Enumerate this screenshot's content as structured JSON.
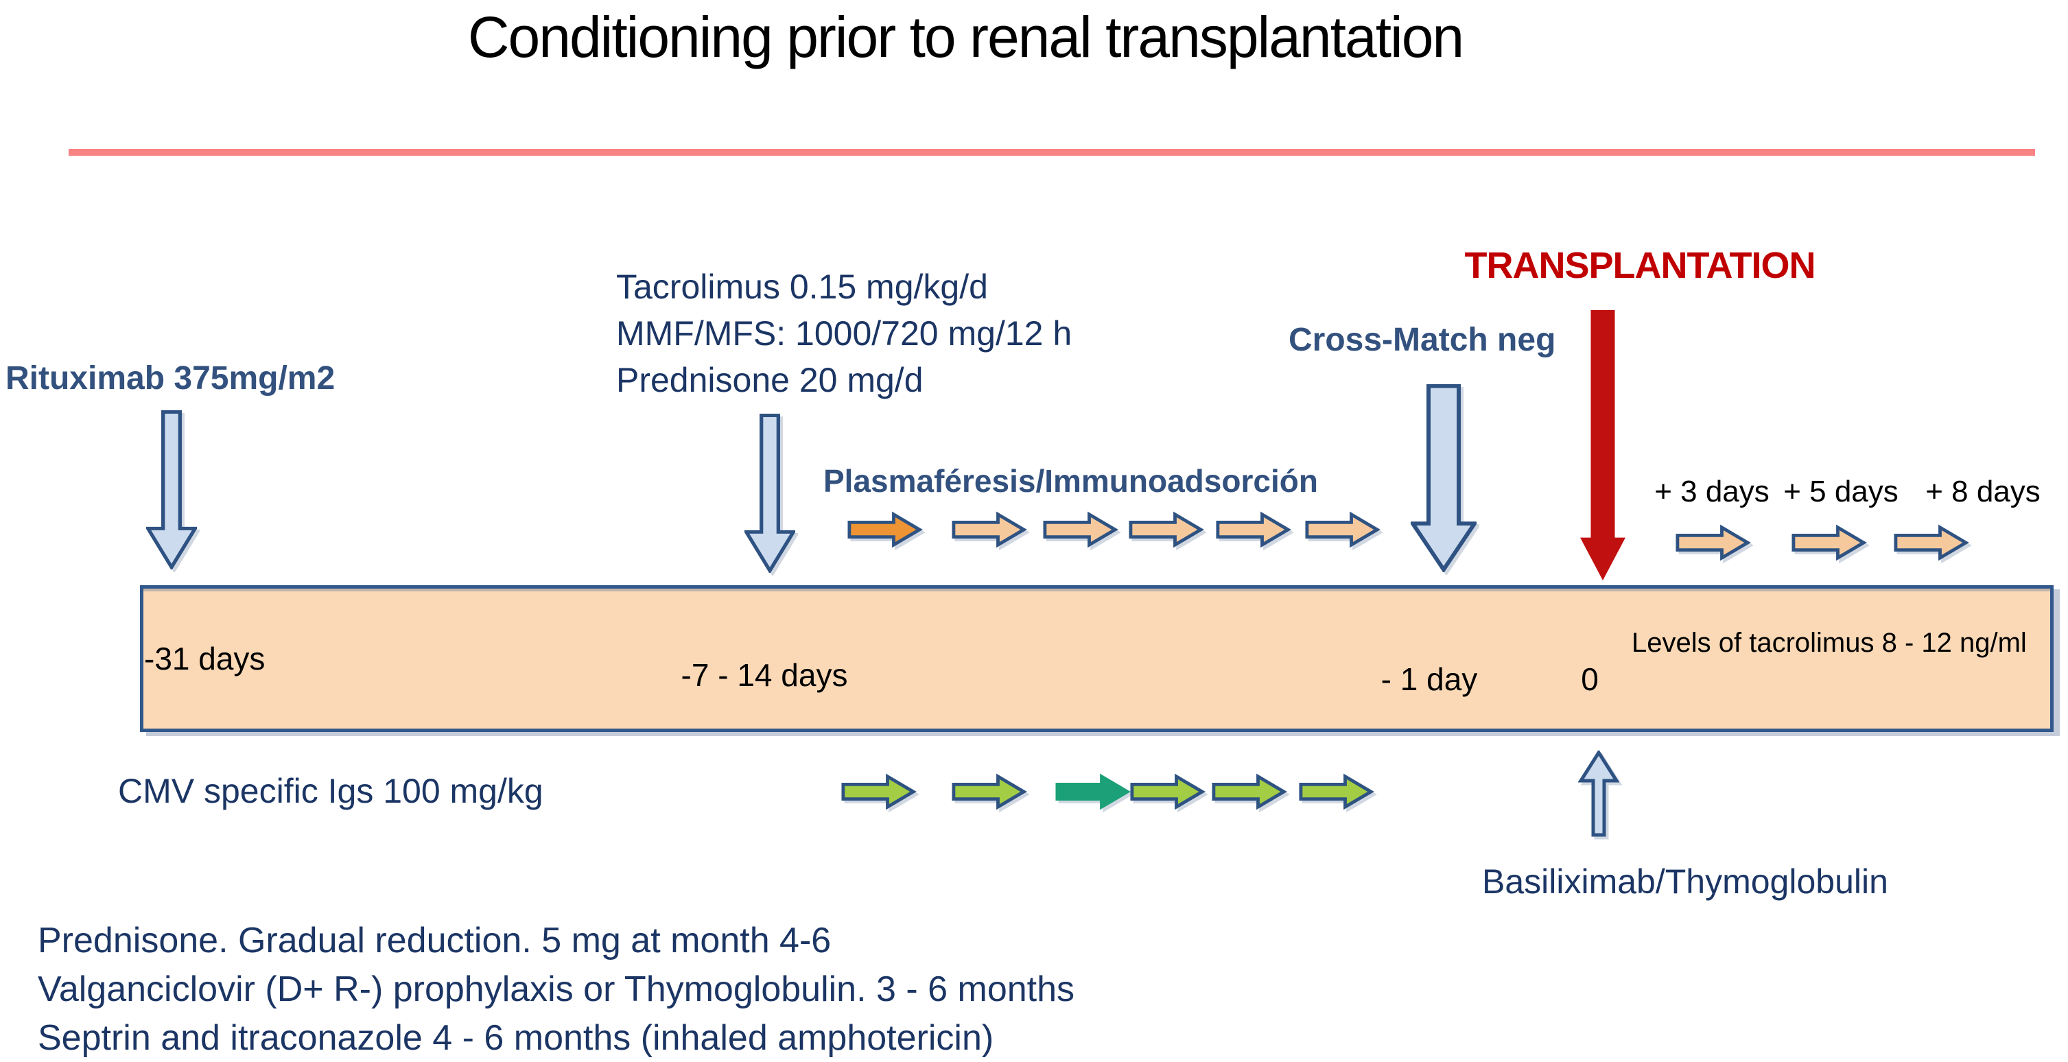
{
  "title": "Conditioning prior to renal transplantation",
  "labels": {
    "rituximab": "Rituximab 375mg/m2",
    "tacrolimus_lines": {
      "0": "Tacrolimus 0.15 mg/kg/d",
      "1": "MMF/MFS: 1000/720 mg/12 h",
      "2": "Prednisone 20 mg/d"
    },
    "plasmapheresis": "Plasmaféresis/Immunoadsorción",
    "crossmatch": "Cross-Match neg",
    "transplantation": "TRANSPLANTATION",
    "day_offsets": {
      "0": "+ 3 days",
      "1": "+ 5 days",
      "2": "+ 8 days"
    },
    "cmv": "CMV specific Igs 100 mg/kg",
    "basiliximab": "Basiliximab/Thymoglobulin"
  },
  "timeline": {
    "t_minus_31": "-31 days",
    "t_minus_7_14": "-7 - 14 days",
    "t_minus_1": "- 1 day",
    "t_zero": "0",
    "tacrolimus_levels": "Levels of tacrolimus 8 - 12 ng/ml"
  },
  "footnotes": {
    "0": "Prednisone. Gradual reduction. 5 mg at month 4-6",
    "1": "Valganciclovir (D+ R-) prophylaxis or Thymoglobulin. 3 - 6 months",
    "2": "Septrin and itraconazole 4 - 6 months (inhaled amphotericin)"
  },
  "colors": {
    "title_text": "#000000",
    "rule_red": "#f98383",
    "navy_label": "#33517e",
    "navy_text": "#1b3564",
    "transplant_red": "#c00000",
    "red_arrow": "#c11010",
    "bar_fill": "#fbd9b6",
    "bar_border": "#31588c",
    "blue_arrow_fill": "#ccdbee",
    "blue_arrow_border": "#2e5282",
    "orange_arrow_dark": "#ee9434",
    "orange_arrow_light": "#f6c99c",
    "green_arrow": "#a2cd44",
    "teal_arrow": "#1ba078"
  }
}
